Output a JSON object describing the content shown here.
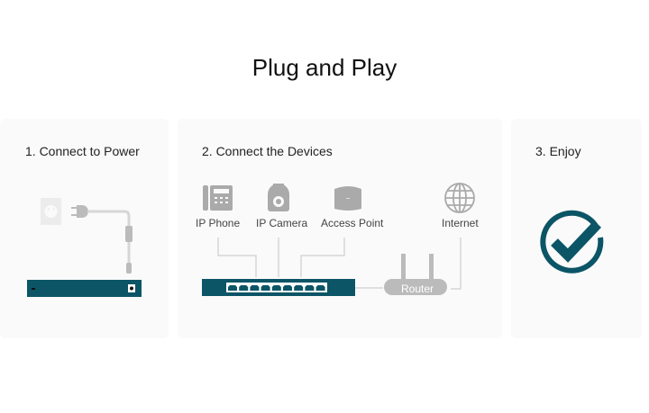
{
  "page": {
    "title": "Plug and Play"
  },
  "colors": {
    "accent": "#0b5566",
    "grey": "#aaaaaa",
    "line": "#cfcfcf",
    "card_bg": "#fafafa"
  },
  "steps": [
    {
      "title": "1. Connect to Power",
      "icons": [
        "outlet-icon",
        "plug-icon",
        "switch-icon"
      ]
    },
    {
      "title": "2. Connect the Devices",
      "devices": [
        {
          "label": "IP Phone",
          "icon": "phone-icon"
        },
        {
          "label": "IP Camera",
          "icon": "camera-icon"
        },
        {
          "label": "Access Point",
          "icon": "access-point-icon"
        },
        {
          "label": "Internet",
          "icon": "globe-icon"
        }
      ],
      "router_label": "Router",
      "switch_ports": 9
    },
    {
      "title": "3. Enjoy",
      "icons": [
        "check-circle-icon"
      ]
    }
  ]
}
